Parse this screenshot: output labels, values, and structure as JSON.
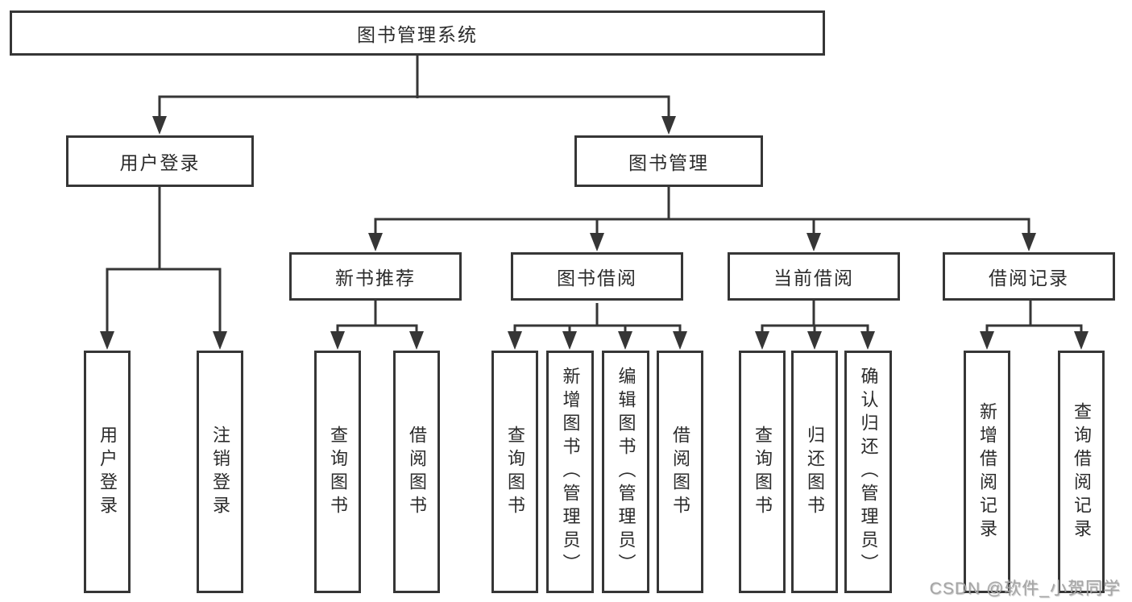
{
  "diagram": {
    "type": "hierarchy-tree",
    "colors": {
      "background": "#ffffff",
      "line": "#363636",
      "box_border": "#363636",
      "text": "#2b2b2b",
      "watermark": "#a5a5a5"
    },
    "tree": {
      "root": {
        "label": "图书管理系统",
        "children": [
          {
            "label": "用户登录",
            "children": [
              {
                "label": "用户登录"
              },
              {
                "label": "注销登录"
              }
            ]
          },
          {
            "label": "图书管理",
            "children": [
              {
                "label": "新书推荐",
                "children": [
                  {
                    "label": "查询图书"
                  },
                  {
                    "label": "借阅图书"
                  }
                ]
              },
              {
                "label": "图书借阅",
                "children": [
                  {
                    "label": "查询图书"
                  },
                  {
                    "label": "新增图书（管理员）"
                  },
                  {
                    "label": "编辑图书（管理员）"
                  },
                  {
                    "label": "借阅图书"
                  }
                ]
              },
              {
                "label": "当前借阅",
                "children": [
                  {
                    "label": "查询图书"
                  },
                  {
                    "label": "归还图书"
                  },
                  {
                    "label": "确认归还（管理员）"
                  }
                ]
              },
              {
                "label": "借阅记录",
                "children": [
                  {
                    "label": "新增借阅记录"
                  },
                  {
                    "label": "查询借阅记录"
                  }
                ]
              }
            ]
          }
        ]
      }
    }
  },
  "watermark": {
    "text": "CSDN @软件_小贺同学"
  }
}
